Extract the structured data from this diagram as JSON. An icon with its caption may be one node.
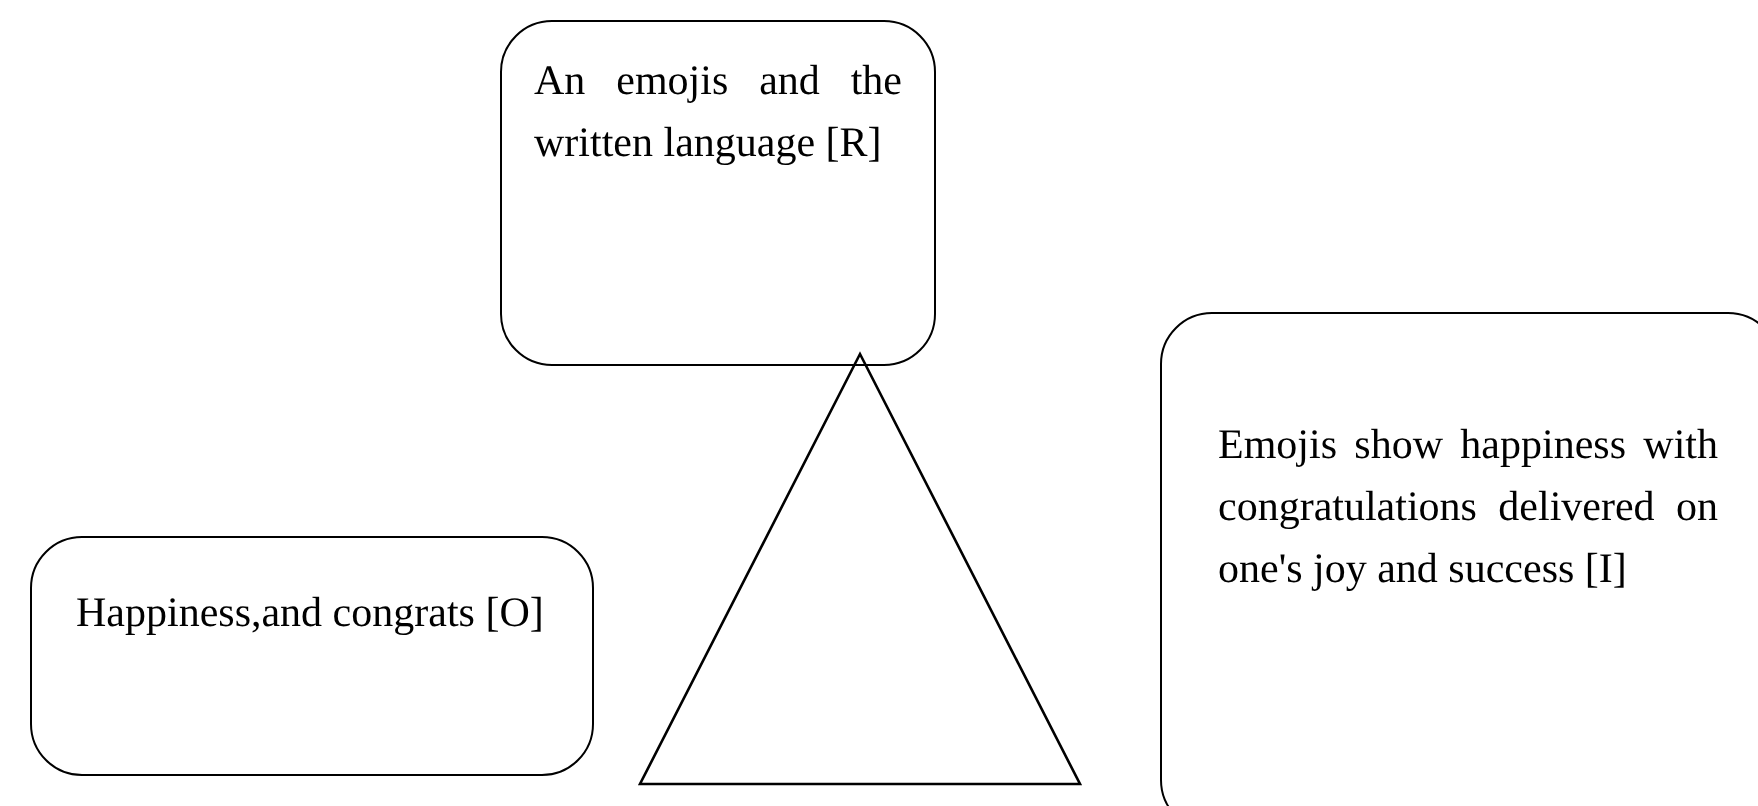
{
  "diagram": {
    "nodes": [
      {
        "text": [
          "An emojis and the written language [R]"
        ]
      },
      {
        "text": [
          "Happiness,and congrats [O]"
        ]
      },
      {
        "text": [],
        "shape": "triangle"
      },
      {
        "text": [
          "Emojis show happiness with congratulations delivered on one's joy and success [I]"
        ]
      }
    ]
  }
}
